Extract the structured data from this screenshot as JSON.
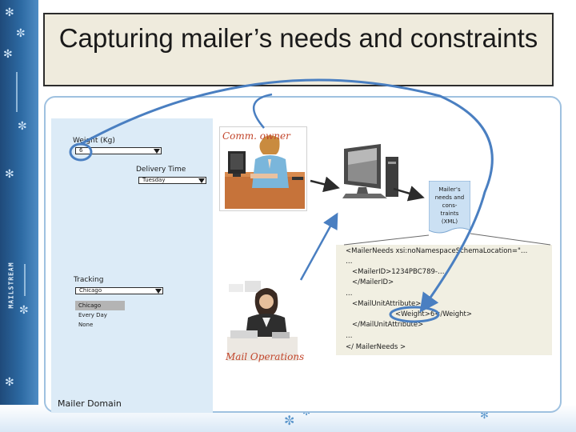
{
  "title": "Capturing mailer’s needs and constraints",
  "sidebar": {
    "brand_text": "MAILSTREAM"
  },
  "domain": {
    "label": "Mailer Domain",
    "weight": {
      "label": "Weight (Kg)",
      "value": "6"
    },
    "delivery_time": {
      "label": "Delivery Time",
      "value": "Tuesday"
    },
    "tracking": {
      "label": "Tracking",
      "value": "Chicago",
      "options": [
        "Chicago",
        "Every Day",
        "None"
      ],
      "selected_index": 0
    }
  },
  "comm_owner": {
    "caption": "Comm. owner"
  },
  "mail_operations": {
    "caption": "Mail Operations"
  },
  "document": {
    "lines": [
      "Mailer’s",
      "needs and",
      "cons-",
      "traints",
      "(XML)"
    ]
  },
  "xml": {
    "lines": [
      "<MailerNeeds xsi:noNamespaceSchemaLocation=\"…",
      "…",
      "<MailerID>1234PBC789-…",
      "</MailerID>",
      "…",
      "<MailUnitAttribute>",
      "<Weight>6</Weight>",
      "</MailUnitAttribute>",
      "…",
      "</ MailerNeeds >"
    ]
  },
  "colors": {
    "title_bg": "#efebdd",
    "domain_bg": "#dcebf7",
    "arrow": "#4a7fc1",
    "caption": "#c2452b",
    "xml_bg": "#f1efe2",
    "sidebar": "#2d6aa3"
  },
  "icons": [
    "snowflake-icon",
    "computer-icon",
    "document-icon"
  ]
}
